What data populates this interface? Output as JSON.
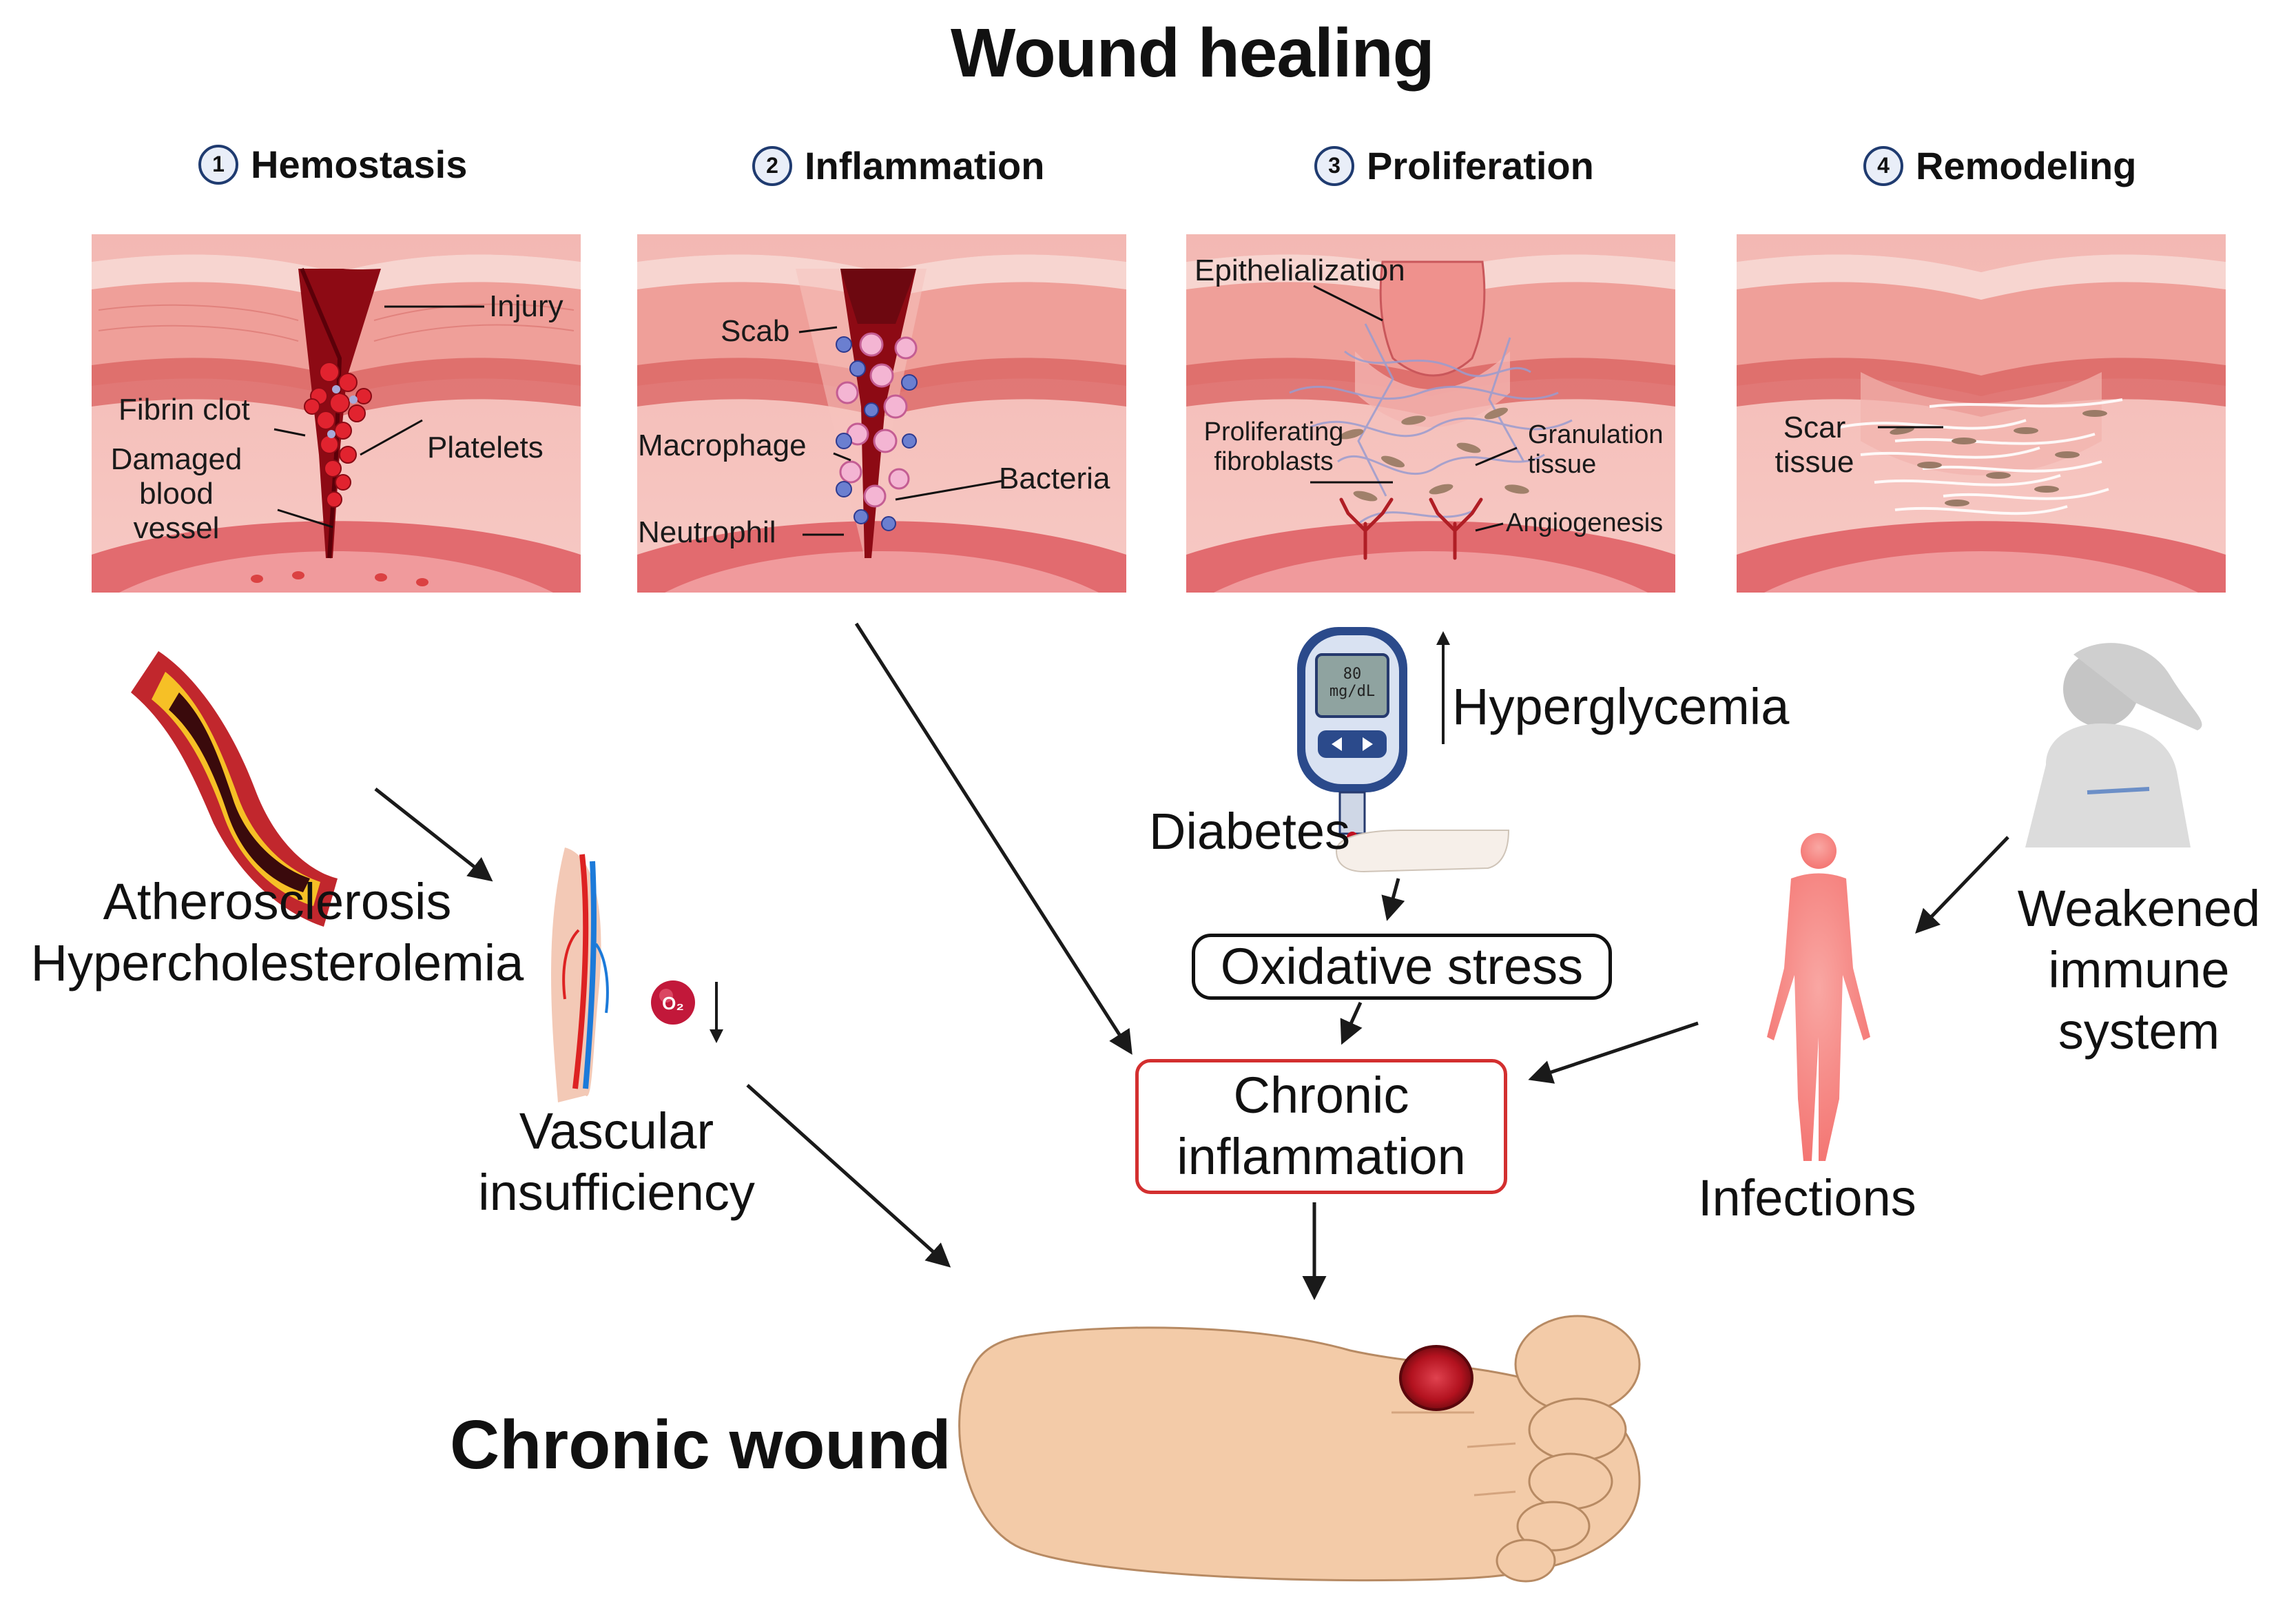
{
  "title": "Wound healing",
  "stages": [
    {
      "number": "1",
      "name": "Hemostasis"
    },
    {
      "number": "2",
      "name": "Inflammation"
    },
    {
      "number": "3",
      "name": "Proliferation"
    },
    {
      "number": "4",
      "name": "Remodeling"
    }
  ],
  "hemostasis_labels": {
    "injury": "Injury",
    "fibrin_clot": "Fibrin clot",
    "platelets": "Platelets",
    "damaged_1": "Damaged",
    "damaged_2": "blood",
    "damaged_3": "vessel"
  },
  "inflammation_labels": {
    "scab": "Scab",
    "macrophage": "Macrophage",
    "bacteria": "Bacteria",
    "neutrophil": "Neutrophil"
  },
  "proliferation_labels": {
    "epithelialization": "Epithelialization",
    "prolif_1": "Proliferating",
    "prolif_2": "fibroblasts",
    "granulation_1": "Granulation",
    "granulation_2": "tissue",
    "angiogenesis": "Angiogenesis"
  },
  "remodeling_labels": {
    "scar_1": "Scar",
    "scar_2": "tissue"
  },
  "factors": {
    "atherosclerosis": "Atherosclerosis",
    "hypercholesterolemia": "Hypercholesterolemia",
    "vascular_1": "Vascular",
    "vascular_2": "insufficiency",
    "o2": "O₂",
    "glucometer_value": "80",
    "glucometer_unit": "mg/dL",
    "hyperglycemia": "Hyperglycemia",
    "diabetes": "Diabetes",
    "oxidative_stress": "Oxidative stress",
    "chronic_inflammation_1": "Chronic",
    "chronic_inflammation_2": "inflammation",
    "infections": "Infections",
    "weakened_1": "Weakened",
    "weakened_2": "immune",
    "weakened_3": "system",
    "chronic_wound": "Chronic wound"
  },
  "colors": {
    "skin_light": "#f6c7c2",
    "skin_mid": "#ee9d98",
    "skin_dark": "#d9605f",
    "blood": "#a10d1a",
    "box_red_border": "#d32f2f",
    "arrow": "#1a1a1a",
    "foot": "#f3cba8"
  }
}
